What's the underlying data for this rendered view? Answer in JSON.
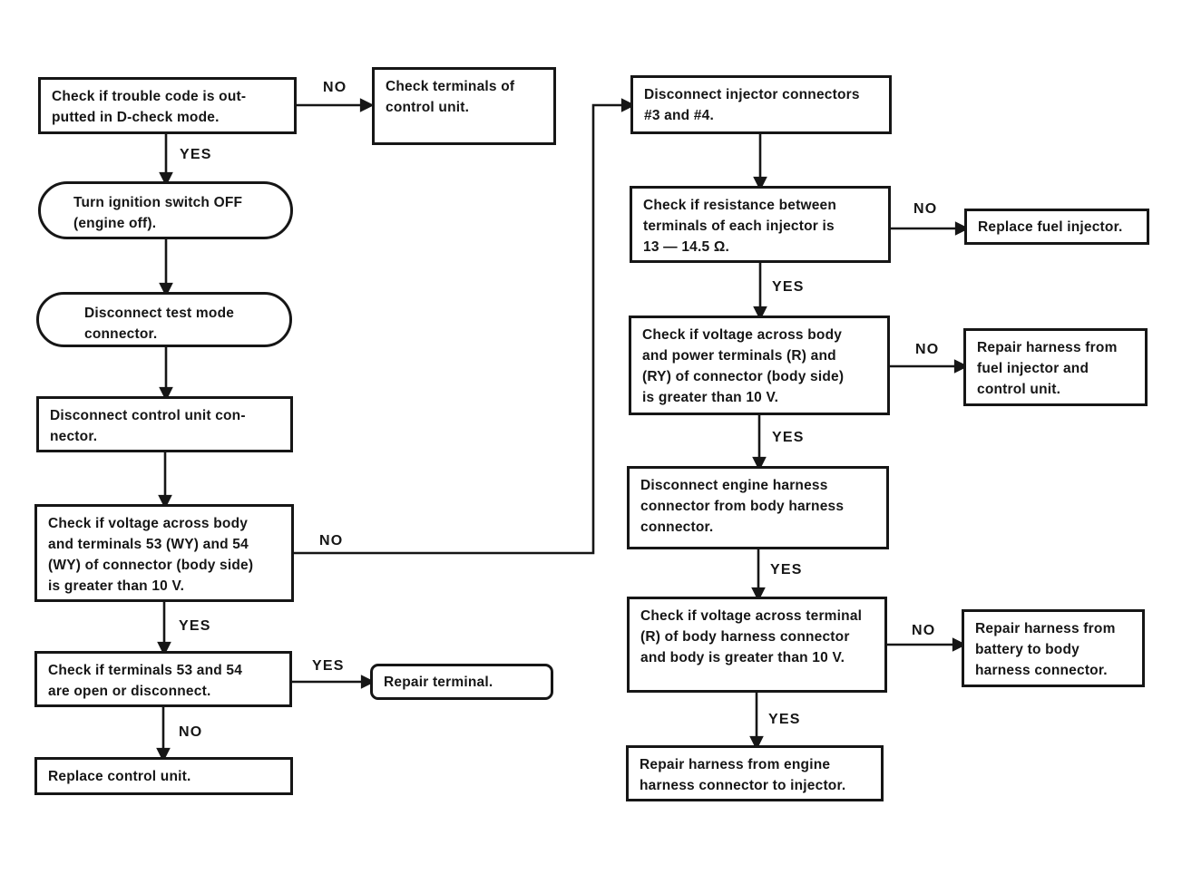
{
  "colors": {
    "ink": "#161616",
    "paper": "#ffffff"
  },
  "flowchart": {
    "nodes": {
      "check_trouble_code": {
        "text": "Check if trouble code is out-\nputted in D-check mode."
      },
      "check_terminals_cu": {
        "text": "Check terminals of\ncontrol unit."
      },
      "turn_ignition_off": {
        "text": "Turn ignition switch OFF\n(engine off)."
      },
      "disconnect_test_mode": {
        "text": "Disconnect test mode\nconnector."
      },
      "disconnect_cu_connector": {
        "text": "Disconnect control unit con-\nnector."
      },
      "check_voltage_53_54": {
        "text": "Check if voltage across body\nand terminals 53 (WY) and 54\n(WY) of connector (body side)\nis greater than 10 V."
      },
      "check_terminals_53_54": {
        "text": "Check if terminals 53 and 54\nare open or disconnect."
      },
      "repair_terminal": {
        "text": "Repair terminal."
      },
      "replace_control_unit": {
        "text": "Replace control unit."
      },
      "disconnect_injector_connectors": {
        "text": "Disconnect injector connectors\n#3 and #4."
      },
      "check_resistance": {
        "text": "Check if resistance between\nterminals of each injector is\n13 — 14.5 Ω."
      },
      "replace_fuel_injector": {
        "text": "Replace fuel injector."
      },
      "check_voltage_r_ry": {
        "text": "Check if voltage across body\nand power terminals (R) and\n(RY) of connector (body side)\nis greater than 10 V."
      },
      "repair_harness_injector_cu": {
        "text": "Repair harness from\nfuel injector and\ncontrol unit."
      },
      "disconnect_engine_harness": {
        "text": "Disconnect engine harness\nconnector from body harness\nconnector."
      },
      "check_voltage_r_body": {
        "text": "Check if voltage across terminal\n(R) of body harness connector\nand body is greater than 10 V."
      },
      "repair_harness_battery": {
        "text": "Repair harness from\nbattery to body\nharness connector."
      },
      "repair_harness_engine": {
        "text": "Repair harness from engine\nharness connector to injector."
      }
    },
    "edges": [
      {
        "from": "check_trouble_code",
        "to": "check_terminals_cu",
        "label": "NO"
      },
      {
        "from": "check_trouble_code",
        "to": "turn_ignition_off",
        "label": "YES"
      },
      {
        "from": "turn_ignition_off",
        "to": "disconnect_test_mode",
        "label": ""
      },
      {
        "from": "disconnect_test_mode",
        "to": "disconnect_cu_connector",
        "label": ""
      },
      {
        "from": "disconnect_cu_connector",
        "to": "check_voltage_53_54",
        "label": ""
      },
      {
        "from": "check_voltage_53_54",
        "to": "disconnect_injector_connectors",
        "label": "NO"
      },
      {
        "from": "check_voltage_53_54",
        "to": "check_terminals_53_54",
        "label": "YES"
      },
      {
        "from": "check_terminals_53_54",
        "to": "repair_terminal",
        "label": "YES"
      },
      {
        "from": "check_terminals_53_54",
        "to": "replace_control_unit",
        "label": "NO"
      },
      {
        "from": "disconnect_injector_connectors",
        "to": "check_resistance",
        "label": ""
      },
      {
        "from": "check_resistance",
        "to": "replace_fuel_injector",
        "label": "NO"
      },
      {
        "from": "check_resistance",
        "to": "check_voltage_r_ry",
        "label": "YES"
      },
      {
        "from": "check_voltage_r_ry",
        "to": "repair_harness_injector_cu",
        "label": "NO"
      },
      {
        "from": "check_voltage_r_ry",
        "to": "disconnect_engine_harness",
        "label": "YES"
      },
      {
        "from": "disconnect_engine_harness",
        "to": "check_voltage_r_body",
        "label": "YES"
      },
      {
        "from": "check_voltage_r_body",
        "to": "repair_harness_battery",
        "label": "NO"
      },
      {
        "from": "check_voltage_r_body",
        "to": "repair_harness_engine",
        "label": "YES"
      }
    ]
  }
}
